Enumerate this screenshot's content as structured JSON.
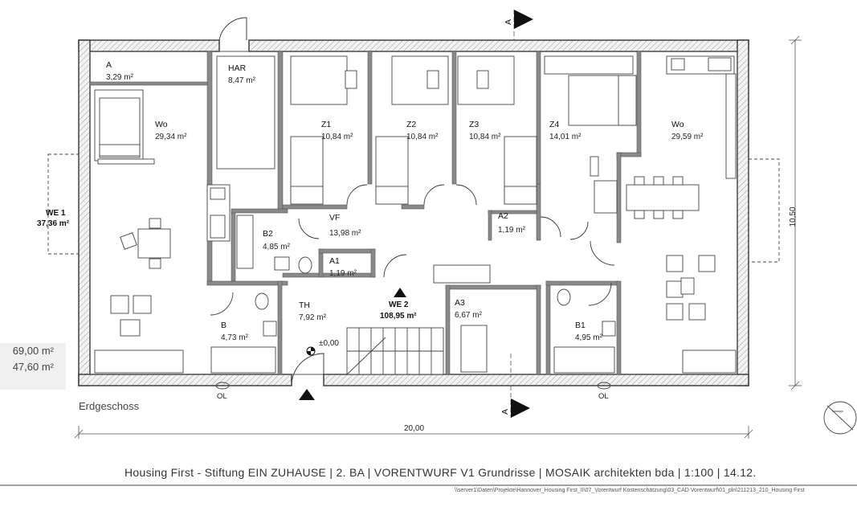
{
  "floor_label": "Erdgeschoss",
  "summary": {
    "line1": "69,00 m²",
    "line2": "47,60 m²"
  },
  "title_block": "Housing First - Stiftung EIN ZUHAUSE   |   2. BA   |   VORENTWURF V1 Grundrisse   |   MOSAIK architekten bda   |   1:100   |   14.12.",
  "file_path": "\\\\server1\\Daten\\Projekte\\Hannover_Housing First_II\\07_Vorentwurf Kostenschätzung\\03_CAD Vorentwurf\\01_pln\\211213_210_Housing First",
  "dimensions": {
    "width": "20,00",
    "height": "10,50"
  },
  "section_marker": "A",
  "ol_label": "OL",
  "level": "±0,00",
  "rooms": {
    "A": {
      "name": "A",
      "area": "3,29 m²"
    },
    "HAR": {
      "name": "HAR",
      "area": "8,47 m²"
    },
    "Wo1": {
      "name": "Wo",
      "area": "29,34 m²"
    },
    "Z1": {
      "name": "Z1",
      "area": "10,84 m²"
    },
    "Z2": {
      "name": "Z2",
      "area": "10,84 m²"
    },
    "Z3": {
      "name": "Z3",
      "area": "10,84 m²"
    },
    "Z4": {
      "name": "Z4",
      "area": "14,01 m²"
    },
    "Wo2": {
      "name": "Wo",
      "area": "29,59 m²"
    },
    "VF": {
      "name": "VF",
      "area": "13,98 m²"
    },
    "A2": {
      "name": "A2",
      "area": "1,19 m²"
    },
    "B2": {
      "name": "B2",
      "area": "4,85 m²"
    },
    "A1": {
      "name": "A1",
      "area": "1,19 m²"
    },
    "TH": {
      "name": "TH",
      "area": "7,92 m²"
    },
    "A3": {
      "name": "A3",
      "area": "6,67 m²"
    },
    "B": {
      "name": "B",
      "area": "4,73 m²"
    },
    "B1": {
      "name": "B1",
      "area": "4,95 m²"
    }
  },
  "units": {
    "we1": {
      "name": "WE 1",
      "area": "37,36 m²"
    },
    "we2": {
      "name": "WE 2",
      "area": "108,95 m²"
    }
  }
}
